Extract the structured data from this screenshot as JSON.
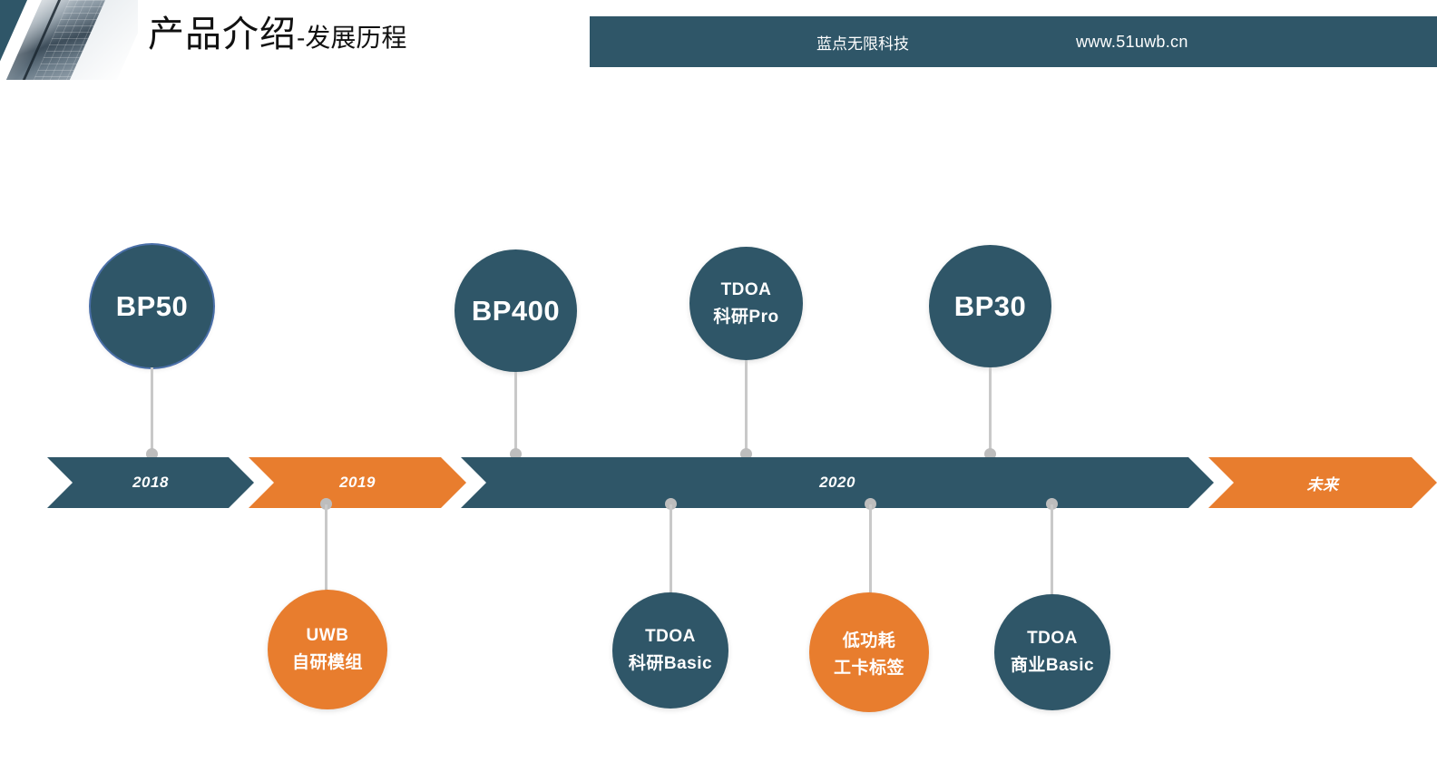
{
  "header": {
    "title_main": "产品介绍",
    "title_sub": "-发展历程",
    "brand_name": "蓝点无限科技",
    "brand_url": "www.51uwb.cn",
    "bar_color": "#2f5668"
  },
  "theme": {
    "dark": "#2f5668",
    "accent": "#e87d2e",
    "connector": "#c9c9c9",
    "text_on_fill": "#ffffff"
  },
  "timeline": {
    "segments": [
      {
        "label": "2018",
        "color_role": "dark"
      },
      {
        "label": "2019",
        "color_role": "accent"
      },
      {
        "label": "2020",
        "color_role": "dark"
      },
      {
        "label": "未来",
        "color_role": "accent"
      }
    ]
  },
  "nodes_above": [
    {
      "line1": "BP50",
      "line2": "",
      "color_role": "dark",
      "year": "2018"
    },
    {
      "line1": "BP400",
      "line2": "",
      "color_role": "dark",
      "year": "2020"
    },
    {
      "line1": "TDOA",
      "line2": "科研Pro",
      "color_role": "dark",
      "year": "2020"
    },
    {
      "line1": "BP30",
      "line2": "",
      "color_role": "dark",
      "year": "2020"
    }
  ],
  "nodes_below": [
    {
      "line1": "UWB",
      "line2": "自研模组",
      "color_role": "accent",
      "year": "2019"
    },
    {
      "line1": "TDOA",
      "line2": "科研Basic",
      "color_role": "dark",
      "year": "2020"
    },
    {
      "line1": "低功耗",
      "line2": "工卡标签",
      "color_role": "accent",
      "year": "2020"
    },
    {
      "line1": "TDOA",
      "line2": "商业Basic",
      "color_role": "dark",
      "year": "2020"
    }
  ]
}
